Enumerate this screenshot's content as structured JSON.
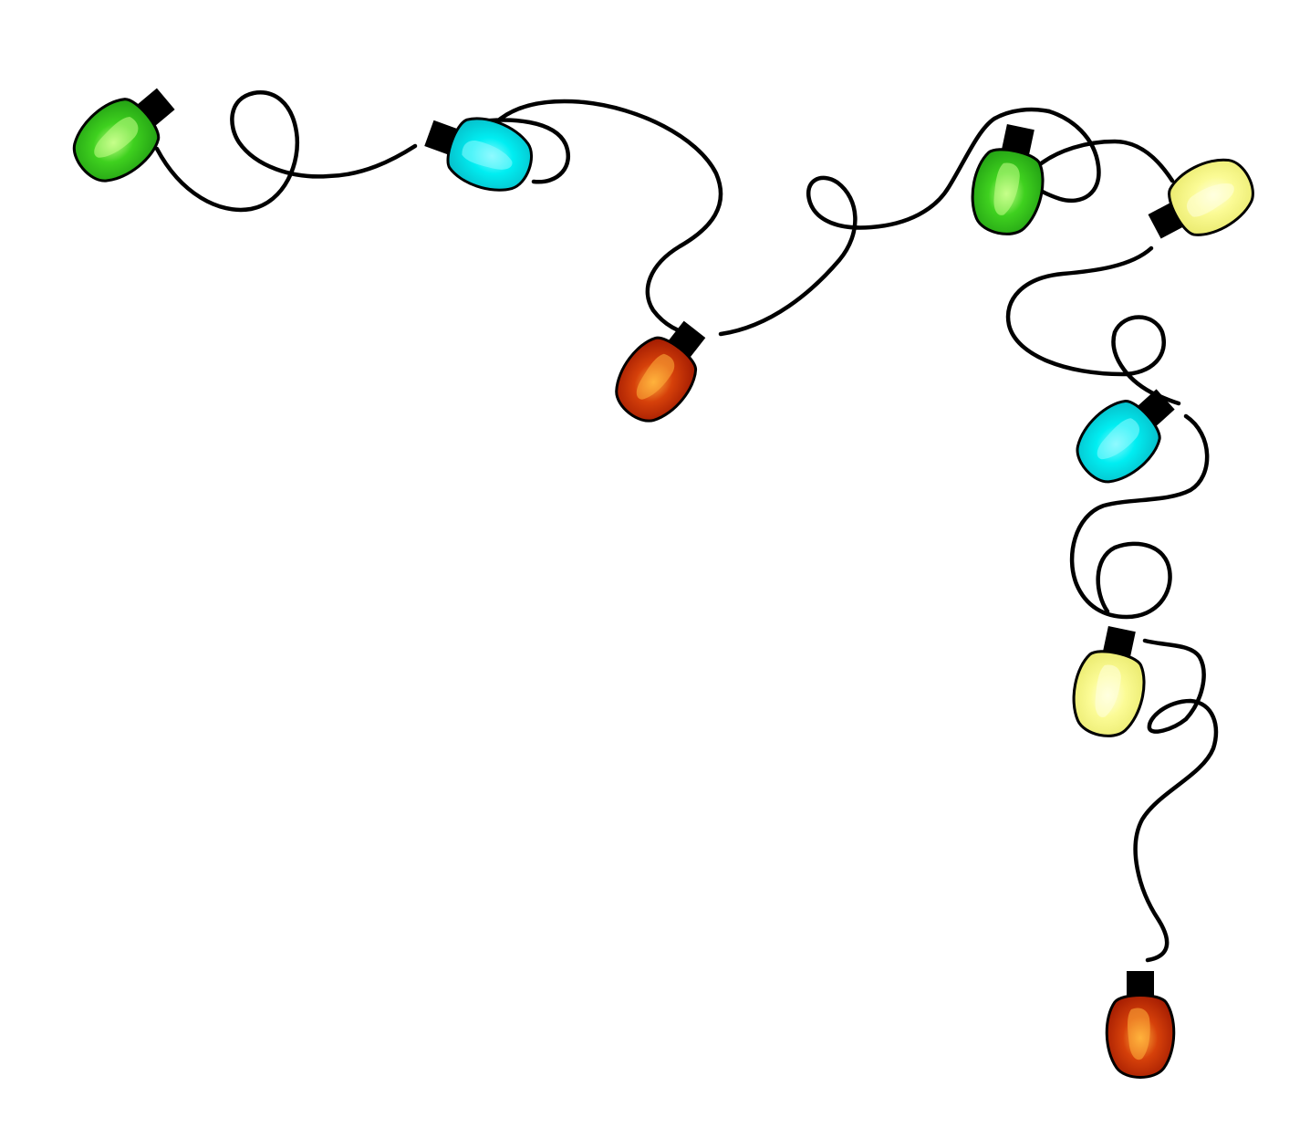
{
  "scene": {
    "background": "#ffffff",
    "wire_color": "#000000",
    "socket_color": "#000000"
  },
  "colors": {
    "green": {
      "dark": "#1f9a12",
      "mid": "#3fd11f",
      "light": "#c6ff8a"
    },
    "cyan": {
      "dark": "#08b8c4",
      "mid": "#00eef2",
      "light": "#8ffaff"
    },
    "red": {
      "dark": "#9a1500",
      "mid": "#d6410a",
      "light": "#ffb23c"
    },
    "yellow": {
      "dark": "#e8e86a",
      "mid": "#fbfb95",
      "light": "#ffffe0"
    }
  },
  "bulbs": [
    {
      "name": "bulb-green-1",
      "color": "green"
    },
    {
      "name": "bulb-cyan-1",
      "color": "cyan"
    },
    {
      "name": "bulb-red-1",
      "color": "red"
    },
    {
      "name": "bulb-green-2",
      "color": "green"
    },
    {
      "name": "bulb-yellow-1",
      "color": "yellow"
    },
    {
      "name": "bulb-cyan-2",
      "color": "cyan"
    },
    {
      "name": "bulb-yellow-2",
      "color": "yellow"
    },
    {
      "name": "bulb-red-2",
      "color": "red"
    }
  ]
}
